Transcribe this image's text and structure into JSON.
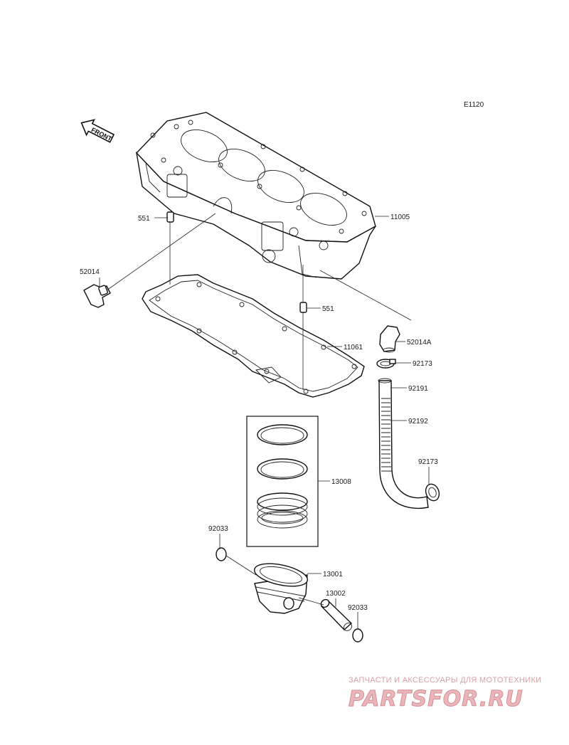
{
  "diagram_code": "E1120",
  "front_arrow_label": "FRONT",
  "callouts": {
    "p11005": "11005",
    "p551_top": "551",
    "p551_mid": "551",
    "p52014": "52014",
    "p11061": "11061",
    "p52014A": "52014A",
    "p92173_top": "92173",
    "p92191": "92191",
    "p92192": "92192",
    "p92173_bottom": "92173",
    "p13008": "13008",
    "p92033_left": "92033",
    "p13001": "13001",
    "p13002": "13002",
    "p92033_right": "92033"
  },
  "watermark": {
    "tagline": "ЗАПЧАСТИ И АКСЕССУАРЫ ДЛЯ МОТОТЕХНИКИ",
    "brand": "PARTSFOR.RU"
  }
}
